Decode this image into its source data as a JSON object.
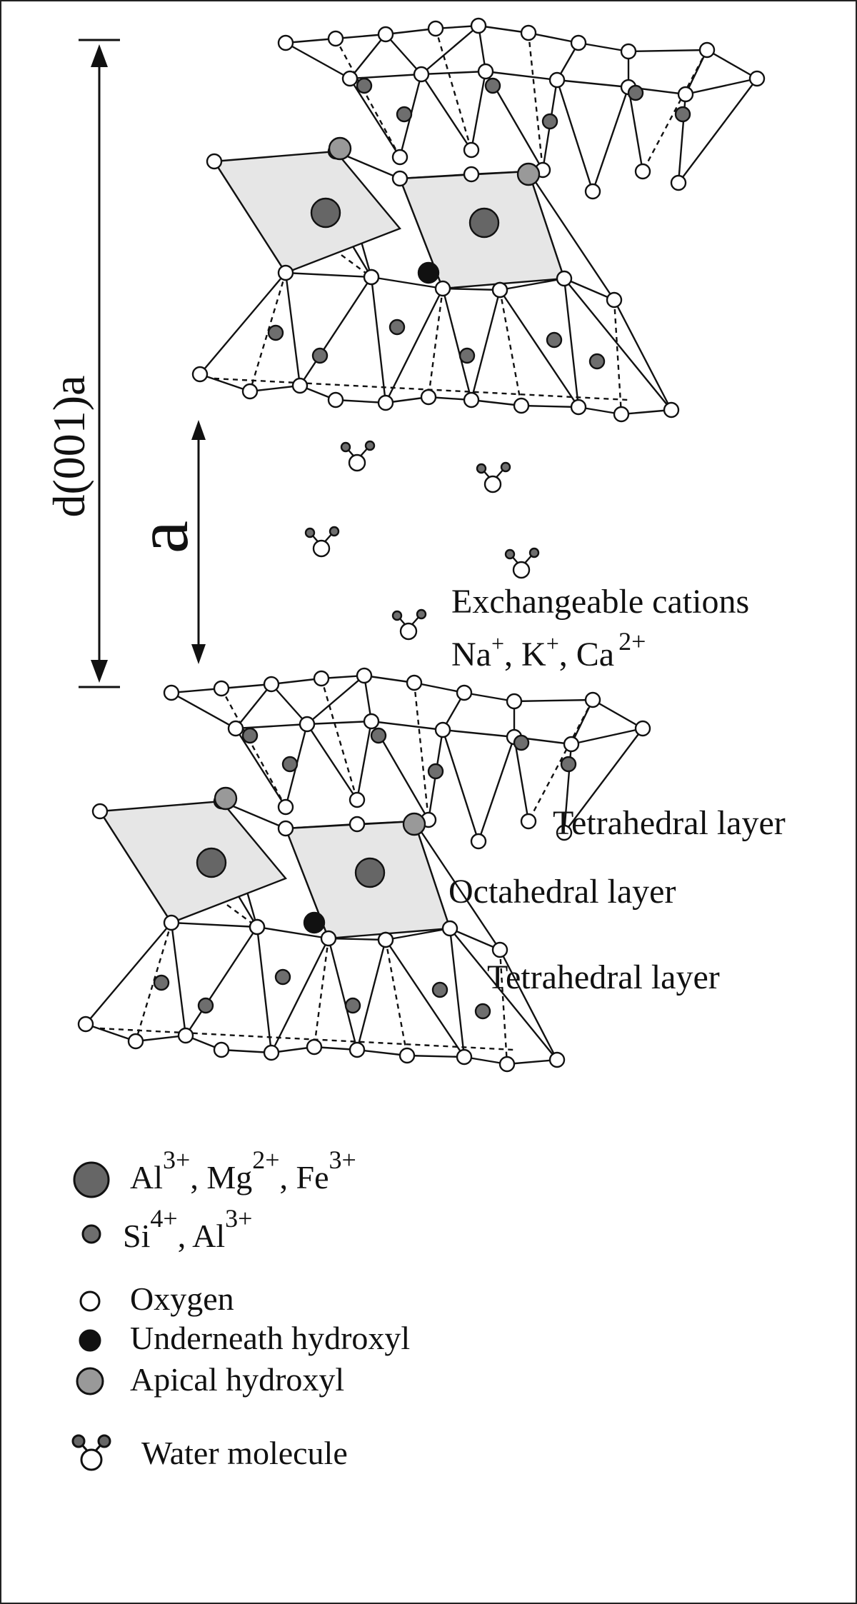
{
  "labels": {
    "d_spacing": "d(001)a",
    "interlayer": "a",
    "exchangeable_title": "Exchangeable cations",
    "cation_na": "Na",
    "cation_na_charge": "+",
    "cation_k": "K",
    "cation_k_charge": "+",
    "cation_ca": "Ca",
    "cation_ca_charge": "2+",
    "tetrahedral_top": "Tetrahedral layer",
    "octahedral": "Octahedral layer",
    "tetrahedral_bottom": "Tetrahedral layer",
    "comma": ","
  },
  "legend": {
    "octa_cations": [
      {
        "symbol": "Al",
        "charge": "3+"
      },
      {
        "symbol": "Mg",
        "charge": "2+"
      },
      {
        "symbol": "Fe",
        "charge": "3+"
      }
    ],
    "tetra_cations": [
      {
        "symbol": "Si",
        "charge": "4+"
      },
      {
        "symbol": "Al",
        "charge": "3+"
      }
    ],
    "oxygen": "Oxygen",
    "underneath_hydroxyl": "Underneath hydroxyl",
    "apical_hydroxyl": "Apical hydroxyl",
    "water_molecule": "Water molecule"
  },
  "colors": {
    "large_cation": "#666666",
    "small_cation": "#6e6e6e",
    "oxygen": "#ffffff",
    "underneath_hydroxyl": "#111111",
    "apical_hydroxyl": "#999999",
    "octahedral_fill": "#e6e6e6",
    "line": "#111111"
  }
}
